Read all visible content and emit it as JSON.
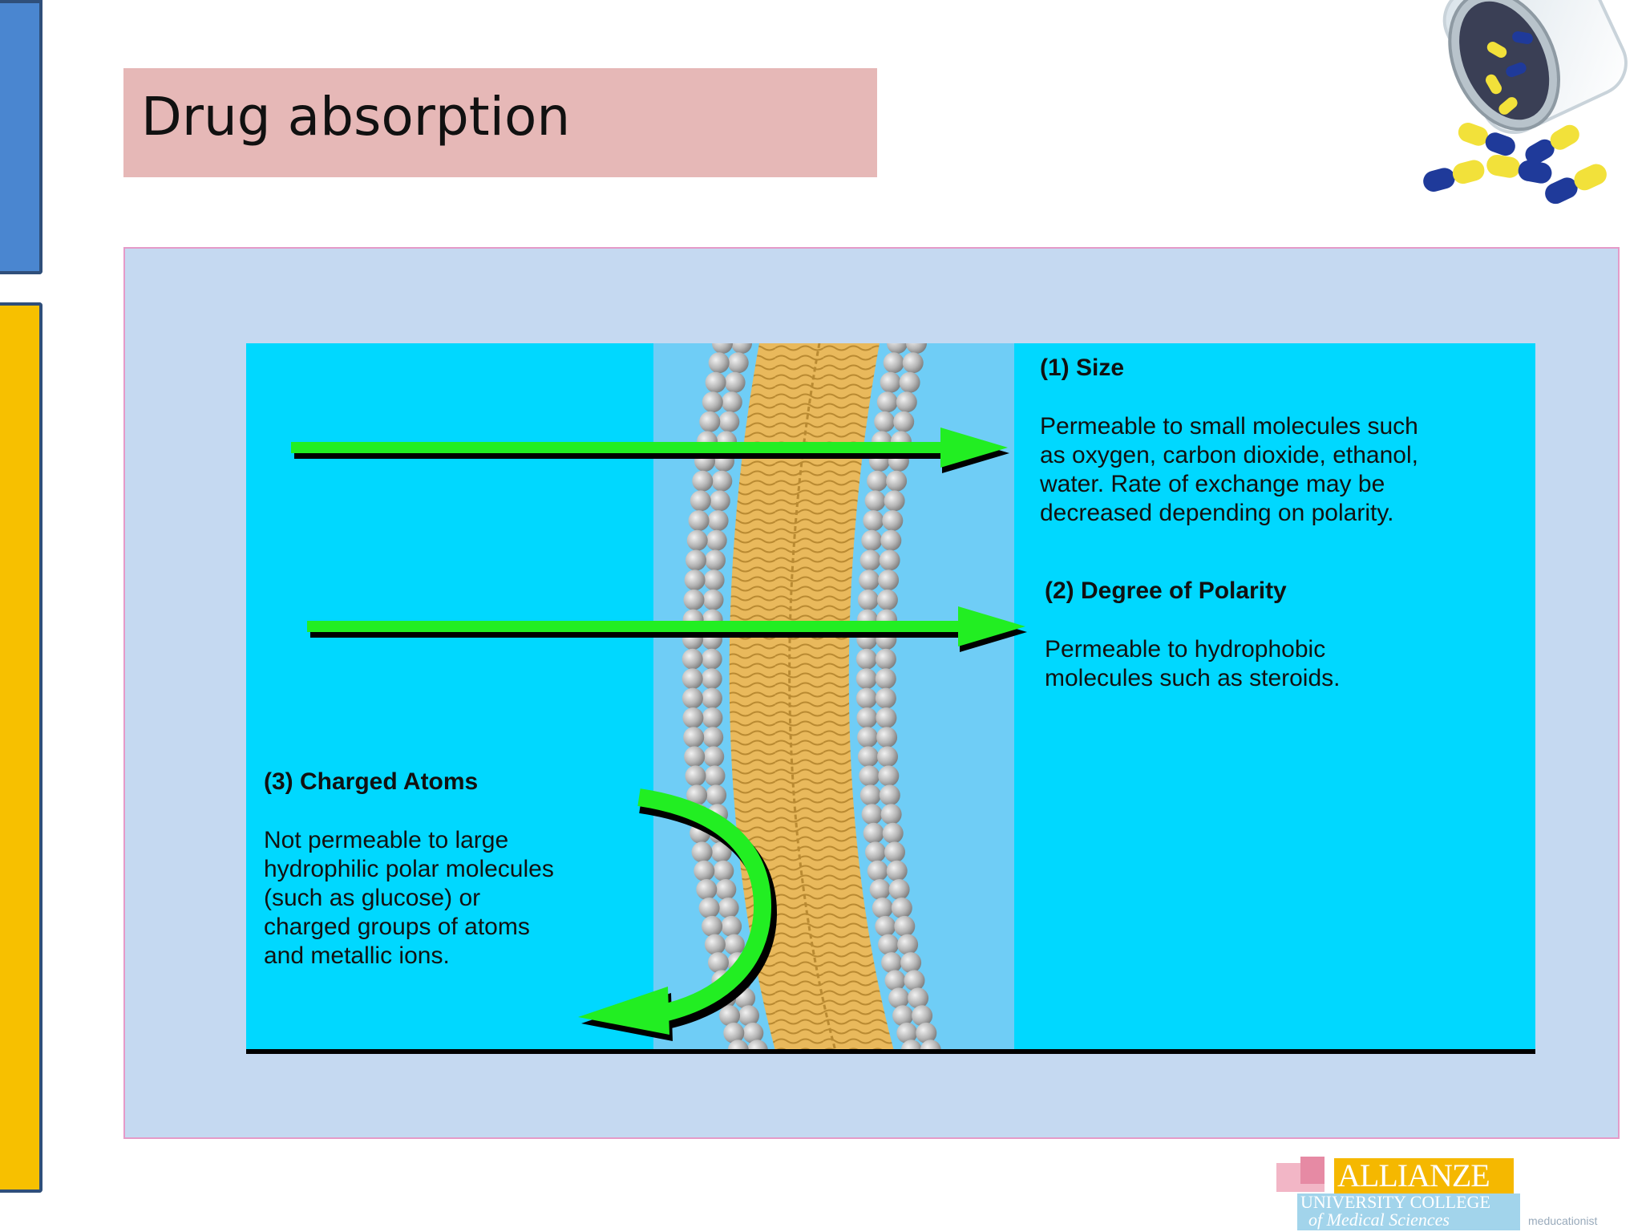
{
  "slide": {
    "title": "Drug absorption"
  },
  "diagram": {
    "size": {
      "heading": "(1) Size",
      "lines": [
        "Permeable to small molecules such",
        "as oxygen, carbon dioxide, ethanol,",
        "water. Rate of exchange may be",
        "decreased depending on polarity."
      ]
    },
    "polarity": {
      "heading": "(2) Degree of Polarity",
      "lines": [
        "Permeable to hydrophobic",
        "molecules such as steroids."
      ]
    },
    "charged": {
      "heading": "(3) Charged Atoms",
      "lines": [
        "Not permeable to large",
        "hydrophilic polar molecules",
        "(such as glucose) or",
        "charged groups of atoms",
        "and metallic ions."
      ]
    }
  },
  "logo": {
    "main": "ALLIANZE",
    "sub1": "UNIVERSITY COLLEGE",
    "sub2": "of Medical Sciences",
    "tag": "meducationist"
  },
  "colors": {
    "blue_bar": "#4a86d0",
    "yellow_bar": "#f7c000",
    "title_bg": "#e6b8b7",
    "frame_bg": "#c5d9f1",
    "diagram_bg": "#00d8ff",
    "arrow_green": "#22ee22",
    "lipid_tail": "#e8b75a"
  }
}
